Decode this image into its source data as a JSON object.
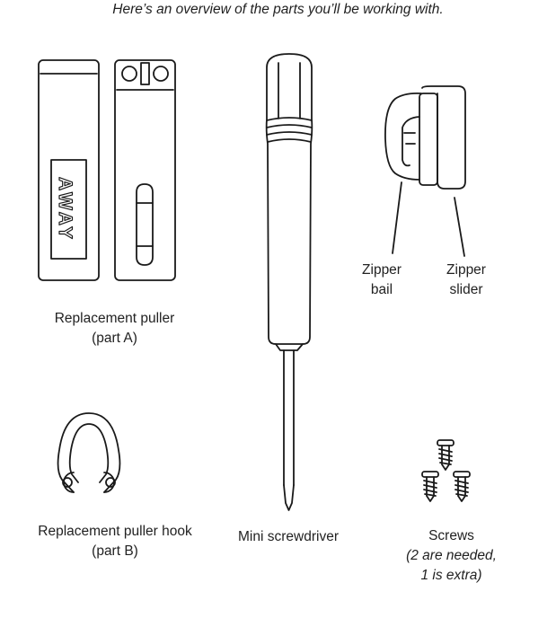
{
  "intro": "Here’s an overview of the parts you’ll be working with.",
  "puller_brand": "AWAY",
  "parts": {
    "puller_a": {
      "name": "Replacement puller",
      "part": "(part A)"
    },
    "puller_hook": {
      "name": "Replacement puller hook",
      "part": "(part B)"
    },
    "screwdriver": {
      "name": "Mini screwdriver"
    },
    "bail": {
      "name": "Zipper",
      "sub": "bail"
    },
    "slider": {
      "name": "Zipper",
      "sub": "slider"
    },
    "screws": {
      "name": "Screws",
      "note1": "(2 are needed,",
      "note2": "1 is extra)"
    }
  },
  "colors": {
    "line": "#1a1a1a",
    "text": "#222222",
    "background": "#ffffff"
  }
}
